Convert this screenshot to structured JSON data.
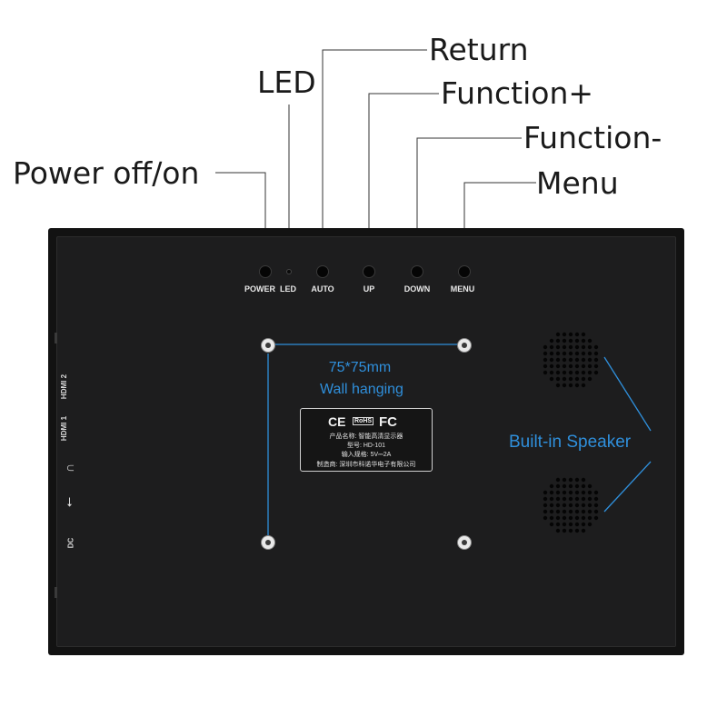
{
  "callouts": {
    "power": "Power off/on",
    "led": "LED",
    "return": "Return",
    "function_plus": "Function+",
    "function_minus": "Function-",
    "menu": "Menu"
  },
  "buttons": {
    "power": "POWER",
    "led": "LED",
    "auto": "AUTO",
    "up": "UP",
    "down": "DOWN",
    "menu": "MENU"
  },
  "ports": {
    "hdmi2": "HDMI 2",
    "hdmi1": "HDMI 1",
    "dc": "DC",
    "icons": [
      "headphone-icon",
      "usb-icon"
    ]
  },
  "vesa": {
    "size": "75*75mm",
    "desc": "Wall hanging"
  },
  "label_plate": {
    "certs": [
      "CE",
      "RoHS",
      "FC"
    ],
    "product_name": "产品名称:  智能高清显示器",
    "model": "型号:  HD-101",
    "input": "输入规格:  5V⎓2A",
    "maker": "制造商:  深圳市科诺华电子有限公司"
  },
  "speaker": {
    "label": "Built-in Speaker"
  },
  "colors": {
    "annotation_blue": "#2f8fdb",
    "panel_black": "#1d1d1e",
    "leader_line": "#333333"
  }
}
